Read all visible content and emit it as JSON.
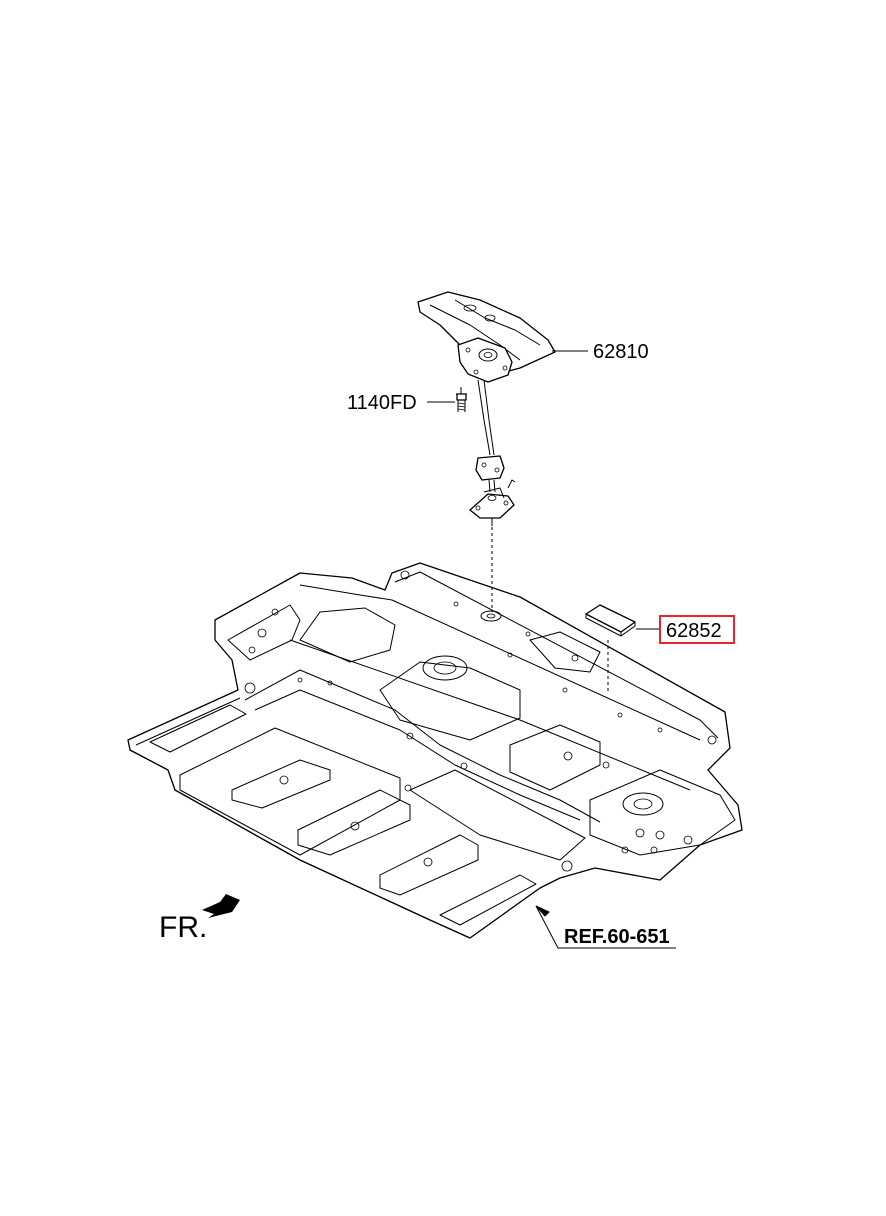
{
  "diagram": {
    "callouts": {
      "part_62810": "62810",
      "part_1140fd": "1140FD",
      "part_62852": "62852",
      "reference": "REF.60-651",
      "front": "FR."
    },
    "highlight_color": "#e8262b"
  }
}
